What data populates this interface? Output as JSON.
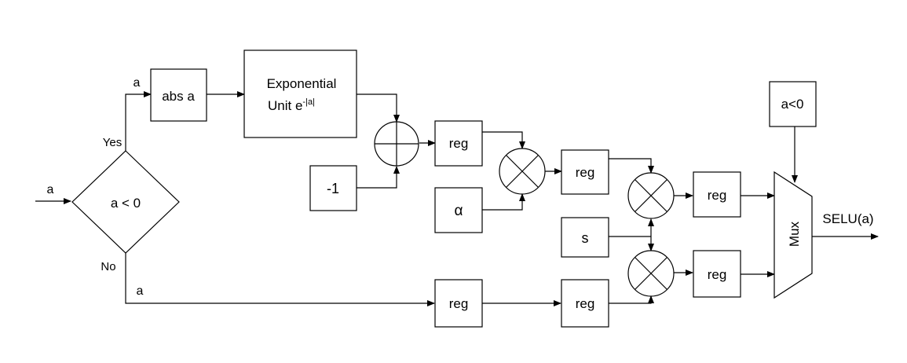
{
  "input_label": "a",
  "decision": {
    "label": "a < 0",
    "yes": "Yes",
    "no": "No"
  },
  "branch_yes_label": "a",
  "branch_no_label": "a",
  "abs_block": "abs a",
  "exp_block": {
    "line1": "Exponential",
    "line2_main": "Unit e",
    "line2_sup": "-|a|"
  },
  "const_minus_one": "-1",
  "alpha_block": "α",
  "s_block": "s",
  "reg_label": "reg",
  "mux_select": "a<0",
  "mux_label": "Mux",
  "output_label": "SELU(a)"
}
